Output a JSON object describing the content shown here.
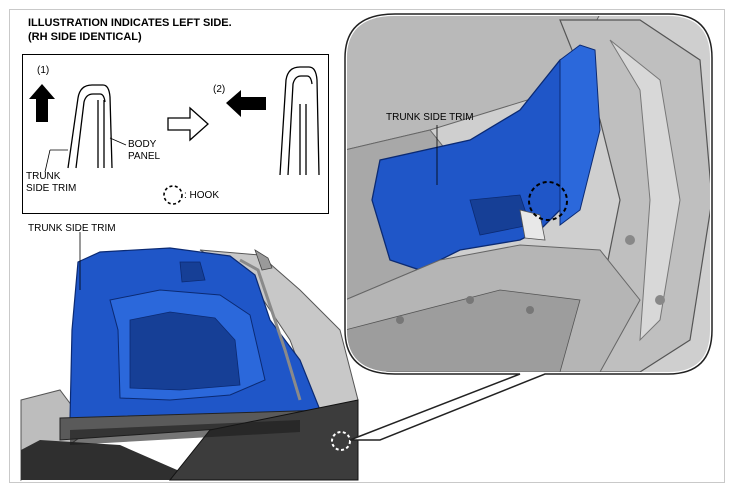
{
  "heading": {
    "line1": "ILLUSTRATION INDICATES LEFT SIDE.",
    "line2": "(RH SIDE IDENTICAL)"
  },
  "steps": {
    "step1": "(1)",
    "step2": "(2)"
  },
  "labels": {
    "body_panel_line1": "BODY",
    "body_panel_line2": "PANEL",
    "trunk_side_trim_line1": "TRUNK",
    "trunk_side_trim_line2": "SIDE TRIM",
    "hook_legend": ": HOOK",
    "trunk_side_trim_main": "TRUNK SIDE TRIM",
    "trunk_side_trim_detail": "TRUNK SIDE TRIM"
  },
  "colors": {
    "trim_blue": "#1f56c8",
    "body_gray": "#c8c8c8",
    "dark_gray": "#6e6e6e"
  }
}
